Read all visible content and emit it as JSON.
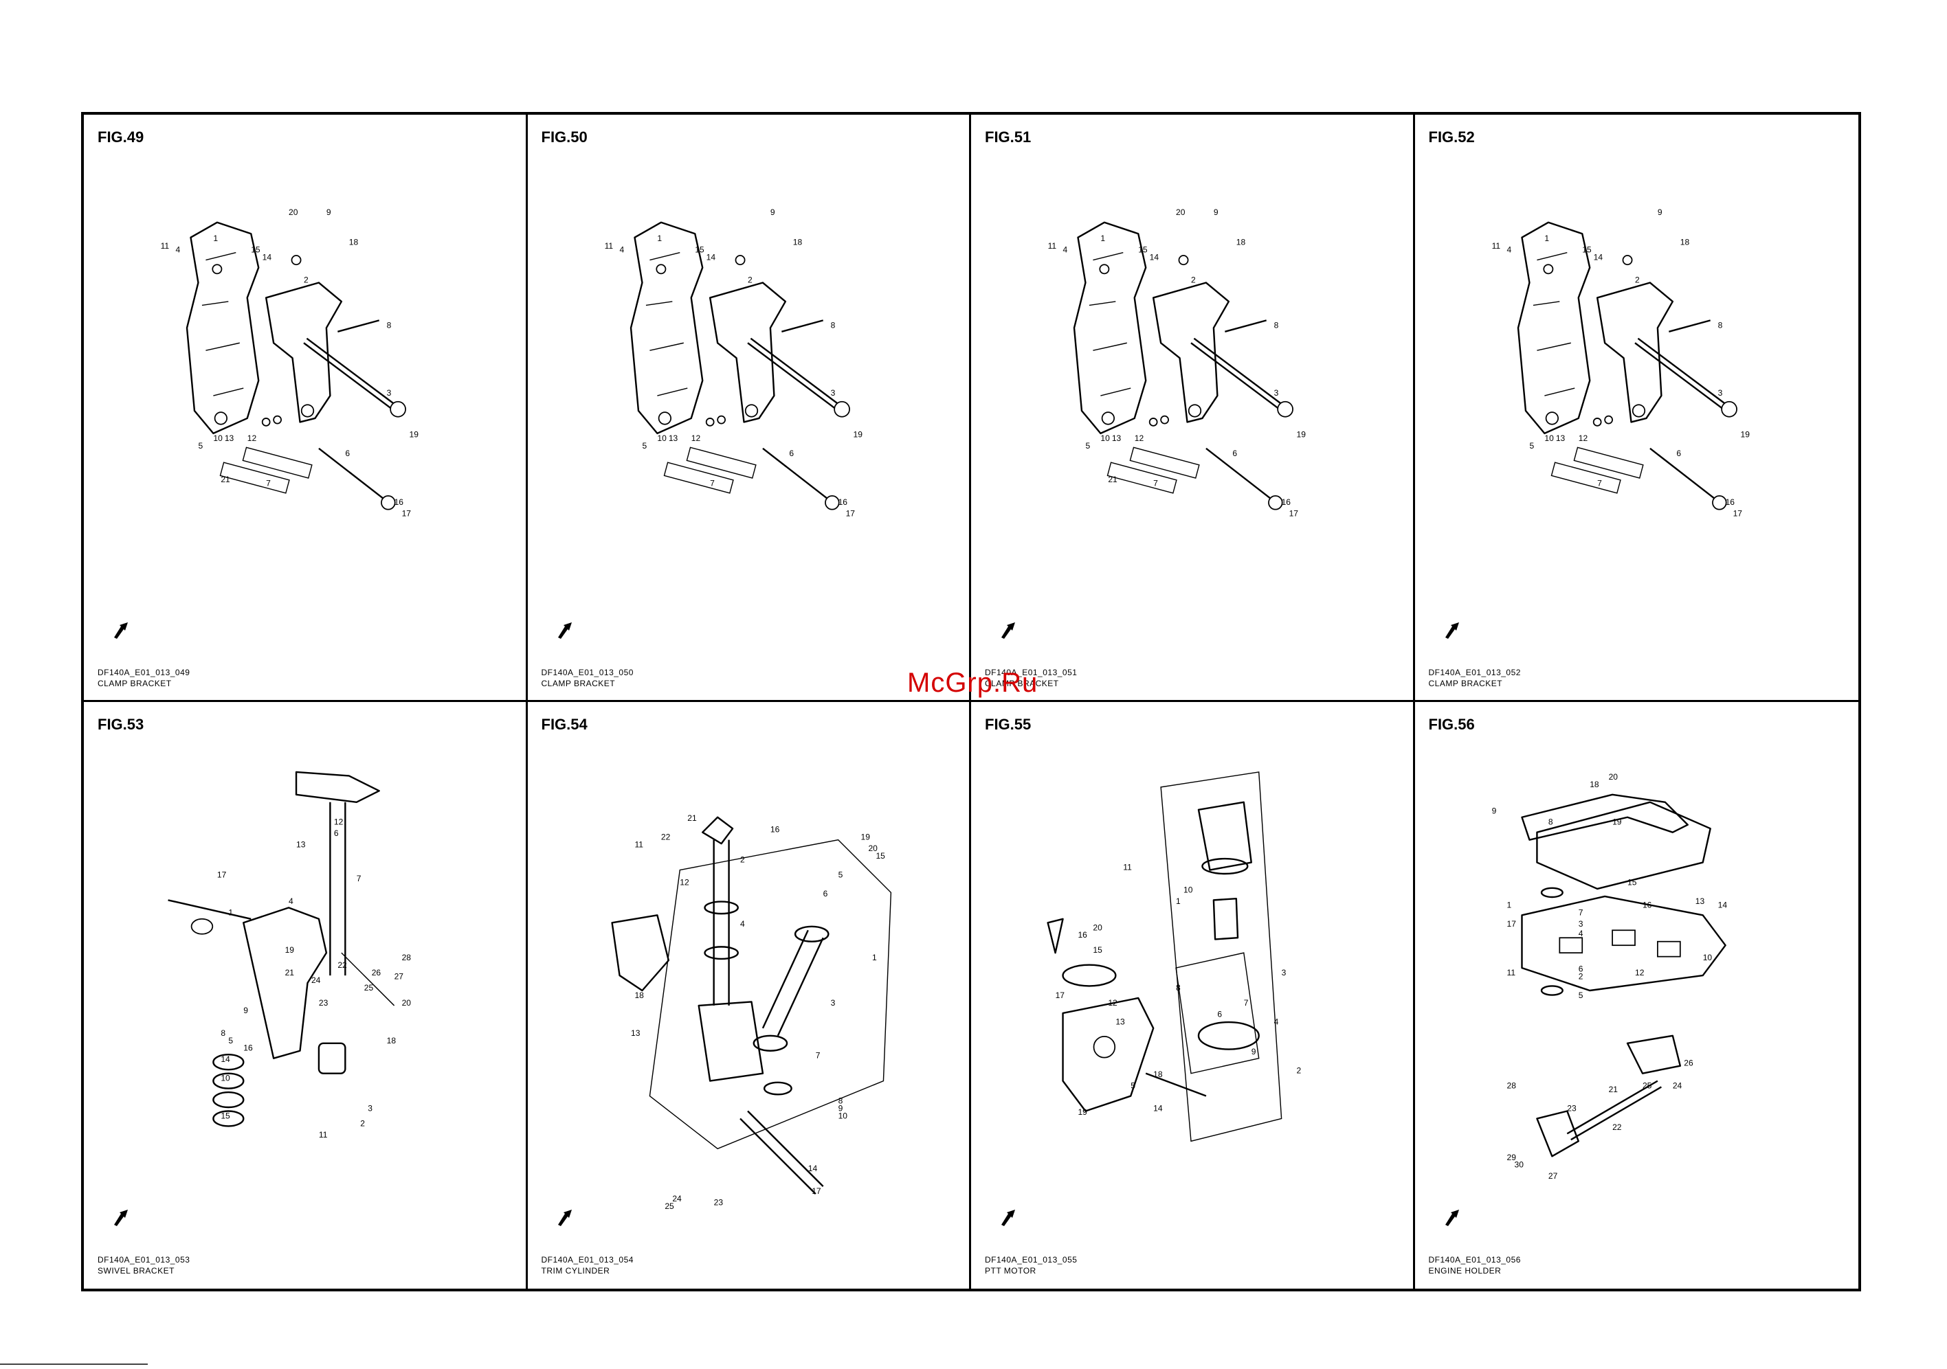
{
  "watermark": "McGrp.Ru",
  "figures": [
    {
      "title": "FIG.49",
      "code": "DF140A_E01_013_049",
      "name": "CLAMP BRACKET",
      "type": "clamp",
      "callouts": [
        "1",
        "2",
        "3",
        "4",
        "5",
        "6",
        "7",
        "8",
        "9",
        "10",
        "11",
        "12",
        "13",
        "14",
        "15",
        "16",
        "17",
        "18",
        "19",
        "20",
        "21"
      ]
    },
    {
      "title": "FIG.50",
      "code": "DF140A_E01_013_050",
      "name": "CLAMP BRACKET",
      "type": "clamp",
      "callouts": [
        "1",
        "2",
        "3",
        "4",
        "5",
        "6",
        "7",
        "8",
        "9",
        "10",
        "11",
        "12",
        "13",
        "14",
        "15",
        "16",
        "17",
        "18",
        "19"
      ]
    },
    {
      "title": "FIG.51",
      "code": "DF140A_E01_013_051",
      "name": "CLAMP BRACKET",
      "type": "clamp",
      "callouts": [
        "1",
        "2",
        "3",
        "4",
        "5",
        "6",
        "7",
        "8",
        "9",
        "10",
        "11",
        "12",
        "13",
        "14",
        "15",
        "16",
        "17",
        "18",
        "19",
        "20",
        "21"
      ]
    },
    {
      "title": "FIG.52",
      "code": "DF140A_E01_013_052",
      "name": "CLAMP BRACKET",
      "type": "clamp",
      "callouts": [
        "1",
        "2",
        "3",
        "4",
        "5",
        "6",
        "7",
        "8",
        "9",
        "10",
        "11",
        "12",
        "13",
        "14",
        "15",
        "16",
        "17",
        "18",
        "19"
      ]
    },
    {
      "title": "FIG.53",
      "code": "DF140A_E01_013_053",
      "name": "SWIVEL BRACKET",
      "type": "swivel",
      "callouts": [
        "1",
        "2",
        "3",
        "4",
        "5",
        "6",
        "7",
        "8",
        "9",
        "10",
        "11",
        "12",
        "13",
        "14",
        "15",
        "16",
        "17",
        "18",
        "19",
        "20",
        "21",
        "22",
        "23",
        "24",
        "25",
        "26",
        "27",
        "28"
      ]
    },
    {
      "title": "FIG.54",
      "code": "DF140A_E01_013_054",
      "name": "TRIM CYLINDER",
      "type": "trim",
      "callouts": [
        "1",
        "2",
        "3",
        "4",
        "5",
        "6",
        "7",
        "8",
        "9",
        "10",
        "11",
        "12",
        "13",
        "14",
        "15",
        "16",
        "17",
        "18",
        "19",
        "20",
        "21",
        "22",
        "23",
        "24",
        "25"
      ]
    },
    {
      "title": "FIG.55",
      "code": "DF140A_E01_013_055",
      "name": "PTT MOTOR",
      "type": "ptt",
      "callouts": [
        "1",
        "2",
        "3",
        "4",
        "5",
        "6",
        "7",
        "8",
        "9",
        "10",
        "11",
        "12",
        "13",
        "14",
        "15",
        "16",
        "17",
        "18",
        "19",
        "20"
      ]
    },
    {
      "title": "FIG.56",
      "code": "DF140A_E01_013_056",
      "name": "ENGINE HOLDER",
      "type": "holder",
      "callouts": [
        "1",
        "2",
        "3",
        "4",
        "5",
        "6",
        "7",
        "8",
        "9",
        "10",
        "11",
        "12",
        "13",
        "14",
        "15",
        "16",
        "17",
        "18",
        "19",
        "20",
        "21",
        "22",
        "23",
        "24",
        "25",
        "26",
        "27",
        "28",
        "29",
        "30"
      ]
    }
  ]
}
